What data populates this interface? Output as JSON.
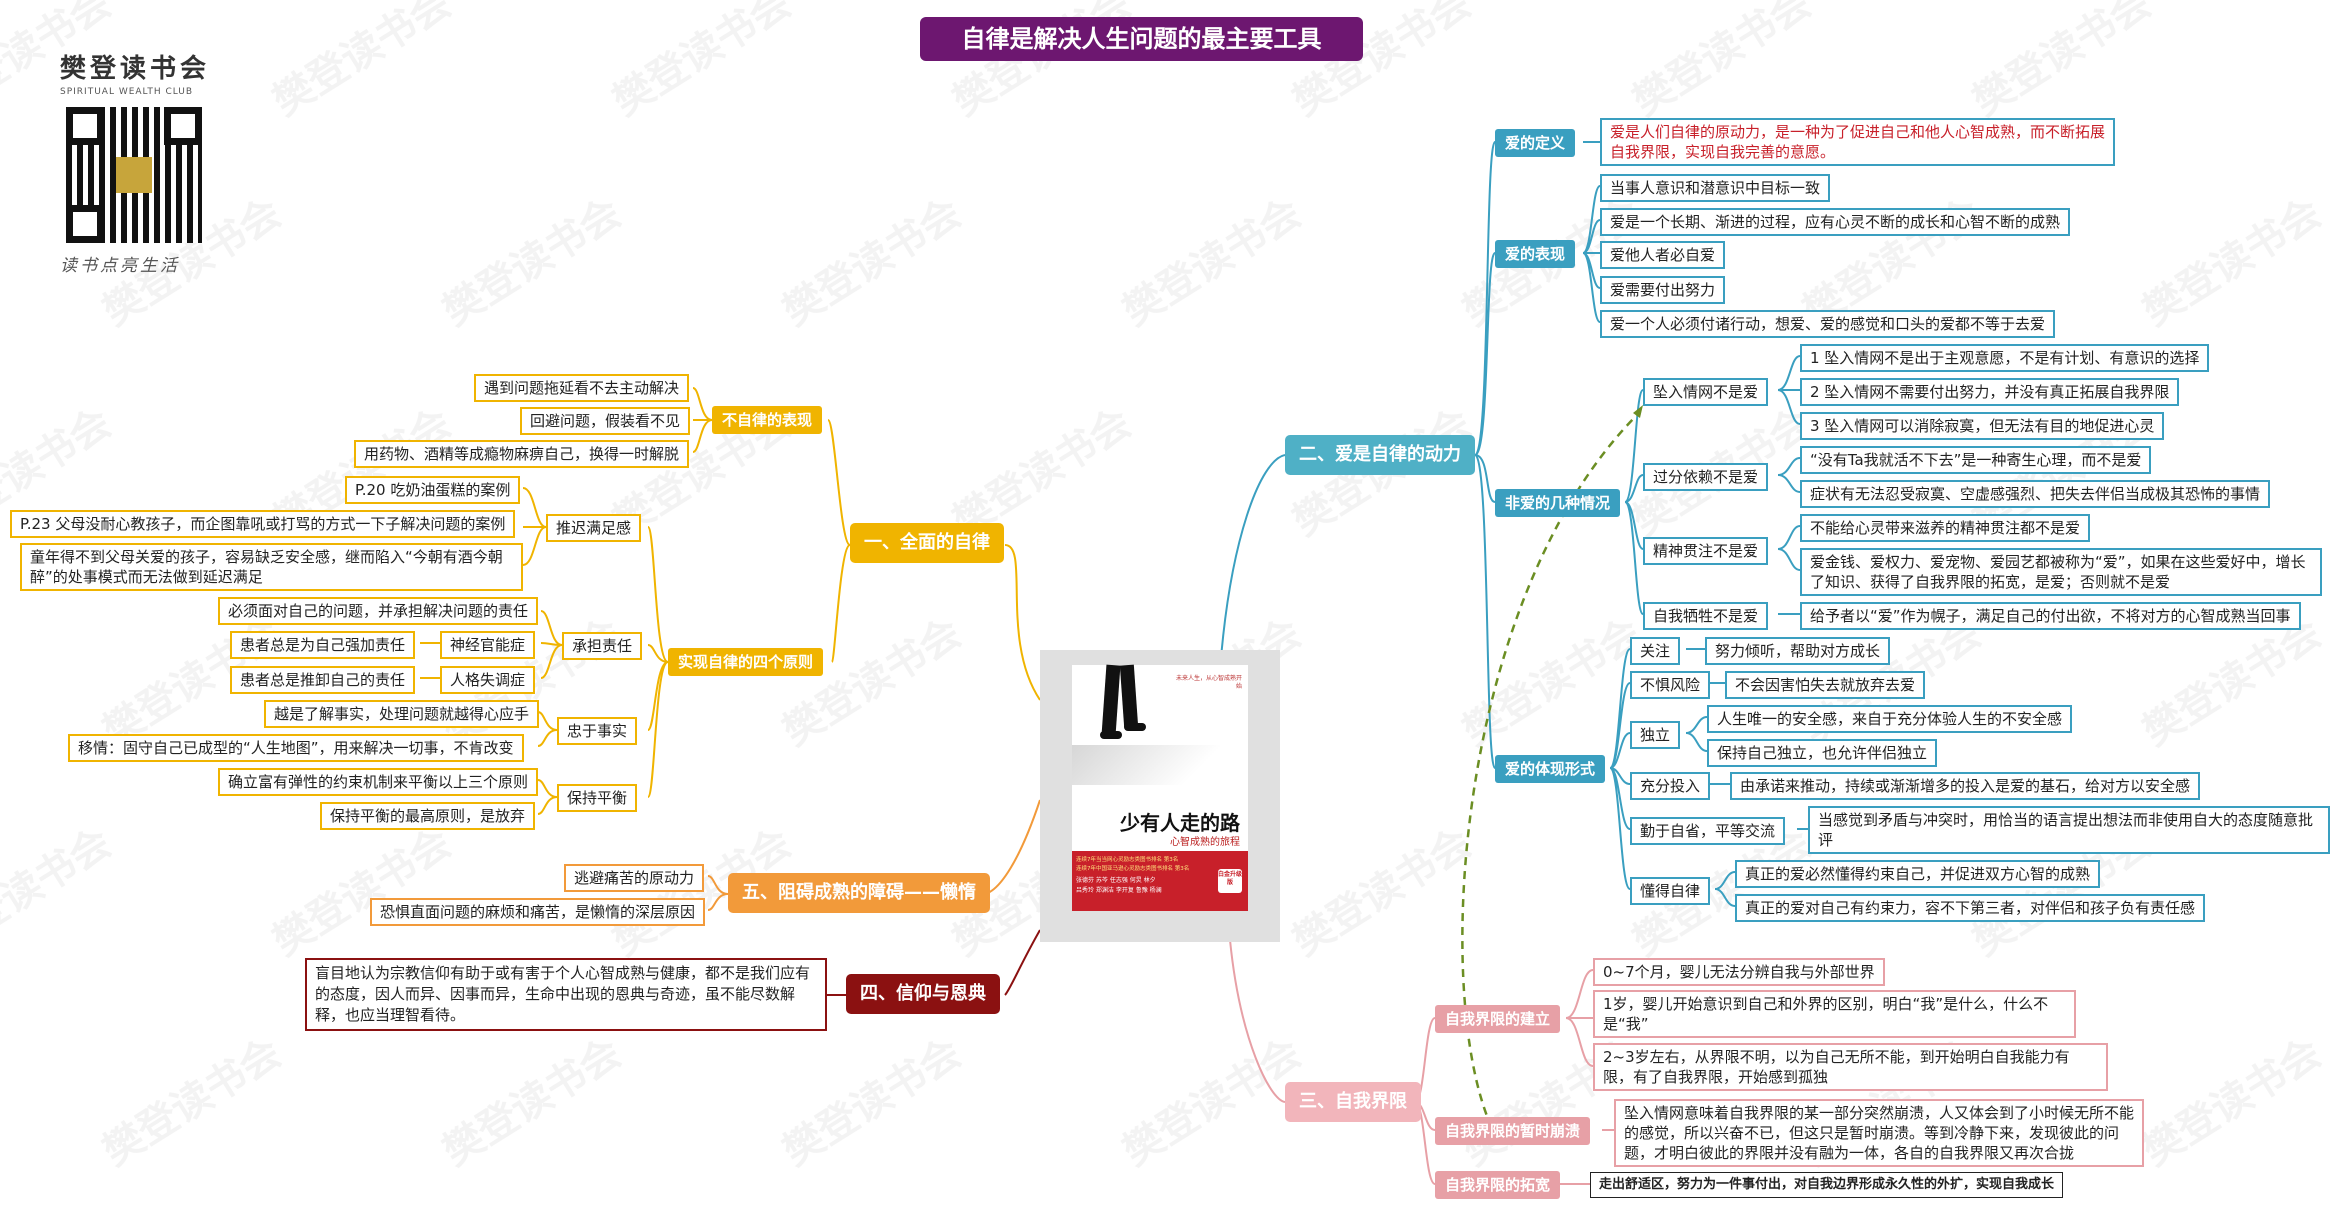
{
  "title": "自律是解决人生问题的最主要工具",
  "logo": {
    "name": "樊登读书会",
    "sub": "SPIRITUAL WEALTH CLUB",
    "slogan": "读书点亮生活"
  },
  "watermark": "樊登读书会",
  "book": {
    "title": "少有人走的路",
    "subtitle": "心智成熟的旅程",
    "top_note": "未来人生，从心智成熟开始",
    "line1": "连续7年当当网心灵励志类图书排名 第3名",
    "line2": "连续7年中国亚马逊心灵励志类图书排名 第3名",
    "names1": "张德芬 苏芩 任志强 何炅 林夕",
    "names2": "吕秀玲 郑渊洁 李开复 鲁豫 杨澜",
    "badge": "白金升级版"
  },
  "branch1": {
    "label": "一、全面的自律",
    "not_label": "不自律的表现",
    "not_items": [
      "遇到问题拖延看不去主动解决",
      "回避问题，假装看不见",
      "用药物、酒精等成瘾物麻痹自己，换得一时解脱"
    ],
    "principles_label": "实现自律的四个原则",
    "delay": {
      "label": "推迟满足感",
      "items": [
        "P.20 吃奶油蛋糕的案例",
        "P.23 父母没耐心教孩子，而企图靠吼或打骂的方式一下子解决问题的案例",
        "童年得不到父母关爱的孩子，容易缺乏安全感，继而陷入“今朝有酒今朝醉”的处事模式而无法做到延迟满足"
      ]
    },
    "resp": {
      "label": "承担责任",
      "items": [
        "必须面对自己的问题，并承担解决问题的责任"
      ],
      "neurosis": "神经官能症",
      "neurosis_desc": "患者总是为自己强加责任",
      "personality": "人格失调症",
      "personality_desc": "患者总是推卸自己的责任"
    },
    "truth": {
      "label": "忠于事实",
      "items": [
        "越是了解事实，处理问题就越得心应手",
        "移情：固守自己已成型的“人生地图”，用来解决一切事，不肯改变"
      ]
    },
    "balance": {
      "label": "保持平衡",
      "items": [
        "确立富有弹性的约束机制来平衡以上三个原则",
        "保持平衡的最高原则，是放弃"
      ]
    }
  },
  "branch5": {
    "label": "五、阻碍成熟的障碍——懒惰",
    "items": [
      "逃避痛苦的原动力",
      "恐惧直面问题的麻烦和痛苦，是懒惰的深层原因"
    ]
  },
  "branch4": {
    "label": "四、信仰与恩典",
    "text": "盲目地认为宗教信仰有助于或有害于个人心智成熟与健康，都不是我们应有的态度，因人而异、因事而异，生命中出现的恩典与奇迹，虽不能尽数解释，也应当理智看待。"
  },
  "branch2": {
    "label": "二、爱是自律的动力",
    "def_label": "爱的定义",
    "def_text": "爱是人们自律的原动力，是一种为了促进自己和他人心智成熟，而不断拓展自我界限，实现自我完善的意愿。",
    "show_label": "爱的表现",
    "show_items": [
      "当事人意识和潜意识中目标一致",
      "爱是一个长期、渐进的过程，应有心灵不断的成长和心智不断的成熟",
      "爱他人者必自爱",
      "爱需要付出努力",
      "爱一个人必须付诸行动，想爱、爱的感觉和口头的爱都不等于去爱"
    ],
    "nonlove_label": "非爱的几种情况",
    "fall": {
      "label": "坠入情网不是爱",
      "items": [
        "1 坠入情网不是出于主观意愿，不是有计划、有意识的选择",
        "2 坠入情网不需要付出努力，并没有真正拓展自我界限",
        "3 坠入情网可以消除寂寞，但无法有目的地促进心灵"
      ]
    },
    "dep": {
      "label": "过分依赖不是爱",
      "items": [
        "“没有Ta我就活不下去”是一种寄生心理，而不是爱",
        "症状有无法忍受寂寞、空虚感强烈、把失去伴侣当成极其恐怖的事情"
      ]
    },
    "cathexis": {
      "label": "精神贯注不是爱",
      "items": [
        "不能给心灵带来滋养的精神贯注都不是爱",
        "爱金钱、爱权力、爱宠物、爱园艺都被称为“爱”，如果在这些爱好中，增长了知识、获得了自我界限的拓宽，是爱；否则就不是爱"
      ]
    },
    "sacrifice": {
      "label": "自我牺牲不是爱",
      "items": [
        "给予者以“爱”作为幌子，满足自己的付出欲，不将对方的心智成熟当回事"
      ]
    },
    "forms_label": "爱的体现形式",
    "attention": {
      "label": "关注",
      "items": [
        "努力倾听，帮助对方成长"
      ]
    },
    "risk": {
      "label": "不惧风险",
      "items": [
        "不会因害怕失去就放弃去爱"
      ]
    },
    "indep": {
      "label": "独立",
      "items": [
        "人生唯一的安全感，来自于充分体验人生的不安全感",
        "保持自己独立，也允许伴侣独立"
      ]
    },
    "commit": {
      "label": "充分投入",
      "items": [
        "由承诺来推动，持续或渐渐增多的投入是爱的基石，给对方以安全感"
      ]
    },
    "comm": {
      "label": "勤于自省，平等交流",
      "items": [
        "当感觉到矛盾与冲突时，用恰当的语言提出想法而非使用自大的态度随意批评"
      ]
    },
    "discipline": {
      "label": "懂得自律",
      "items": [
        "真正的爱必然懂得约束自己，并促进双方心智的成熟",
        "真正的爱对自己有约束力，容不下第三者，对伴侣和孩子负有责任感"
      ]
    }
  },
  "branch3": {
    "label": "三、自我界限",
    "build_label": "自我界限的建立",
    "build_items": [
      "0~7个月，婴儿无法分辨自我与外部世界",
      "1岁，婴儿开始意识到自己和外界的区别，明白“我”是什么，什么不是“我”",
      "2~3岁左右，从界限不明，以为自己无所不能，到开始明白自我能力有限，有了自我界限，开始感到孤独"
    ],
    "collapse_label": "自我界限的暂时崩溃",
    "collapse_text": "坠入情网意味着自我界限的某一部分突然崩溃，人又体会到了小时候无所不能的感觉，所以兴奋不已，但这只是暂时崩溃。等到冷静下来，发现彼此的问题，才明白彼此的界限并没有融为一体，各自的自我界限又再次合拢",
    "expand_label": "自我界限的拓宽",
    "expand_text": "走出舒适区，努力为一件事付出，对自我边界形成永久性的外扩，实现自我成长"
  },
  "colors": {
    "yellow": "#f0b400",
    "blue": "#3a9fc0",
    "pink": "#e7a0a6",
    "orange": "#f29a3a",
    "darkred": "#8b1111",
    "purple": "#6d1770"
  }
}
